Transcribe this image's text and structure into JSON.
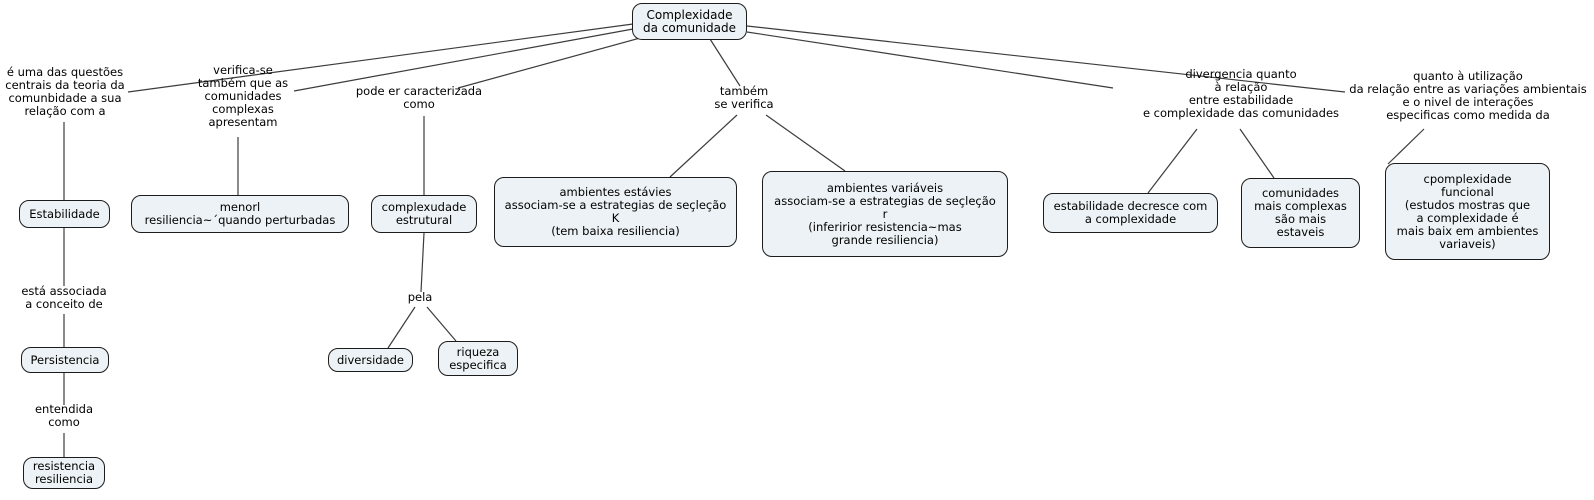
{
  "diagram": {
    "type": "concept-map",
    "root_title": "Complexidade da comunidade",
    "colors": {
      "node_fill": "#ecf2f5",
      "node_border": "#1c1c1c",
      "line": "#3c3c3c",
      "text": "#000000",
      "background": "#ffffff"
    },
    "nodes": {
      "root": {
        "text": "Complexidade\nda comunidade"
      },
      "estabilidade": {
        "text": "Estabilidade"
      },
      "persistencia": {
        "text": "Persistencia"
      },
      "resistencia": {
        "text": "resistencia\nresiliencia"
      },
      "menor_resiliencia": {
        "text": "menorl\nresiliencia~´quando perturbadas"
      },
      "complexidade_estrutural": {
        "text": "complexudade\nestrutural"
      },
      "diversidade": {
        "text": "diversidade"
      },
      "riqueza": {
        "text": "riqueza\nespecifica"
      },
      "ambientes_estaveis": {
        "text": "ambientes estávies\nassociam-se a estrategias de seçleção\nK\n(tem baixa resiliencia)"
      },
      "ambientes_variaveis": {
        "text": "ambientes variáveis\nassociam-se a estrategias de seçleção\nr\n(inferirior resistencia~mas\ngrande resiliencia)"
      },
      "estabilidade_decresce": {
        "text": "estabilidade decresce com\na complexidade"
      },
      "comunidades_complexas": {
        "text": "comunidades\nmais complexas\nsão mais\nestaveis"
      },
      "complexidade_funcional": {
        "text": "cpomplexidade\nfuncional\n(estudos mostras que\na complexidade é\nmais baix em ambientes\nvariaveis)"
      }
    },
    "labels": {
      "questao_central": {
        "text": "é uma das questões\ncentrais da teoria da\ncomunbidade a sua\nrelação com a"
      },
      "verifica_se": {
        "text": "verifica-se\ntambém que as\ncomunidades\ncomplexas\napresentam"
      },
      "pode_ser": {
        "text": "pode er caracterizada\ncomo"
      },
      "tambem_verifica": {
        "text": "também\nse verifica"
      },
      "divergencia": {
        "text": "divergencia quanto\nà relação\nentre estabilidade\ne complexidade das comunidades"
      },
      "quanto_utilizacao": {
        "text": "quanto à utilização\nda relação entre as variações ambientais\ne o nivel de interações\nespecificas como medida da"
      },
      "esta_associada": {
        "text": "está associada\na conceito de"
      },
      "entendida": {
        "text": "entendida\ncomo"
      },
      "pela": {
        "text": "pela"
      }
    }
  }
}
